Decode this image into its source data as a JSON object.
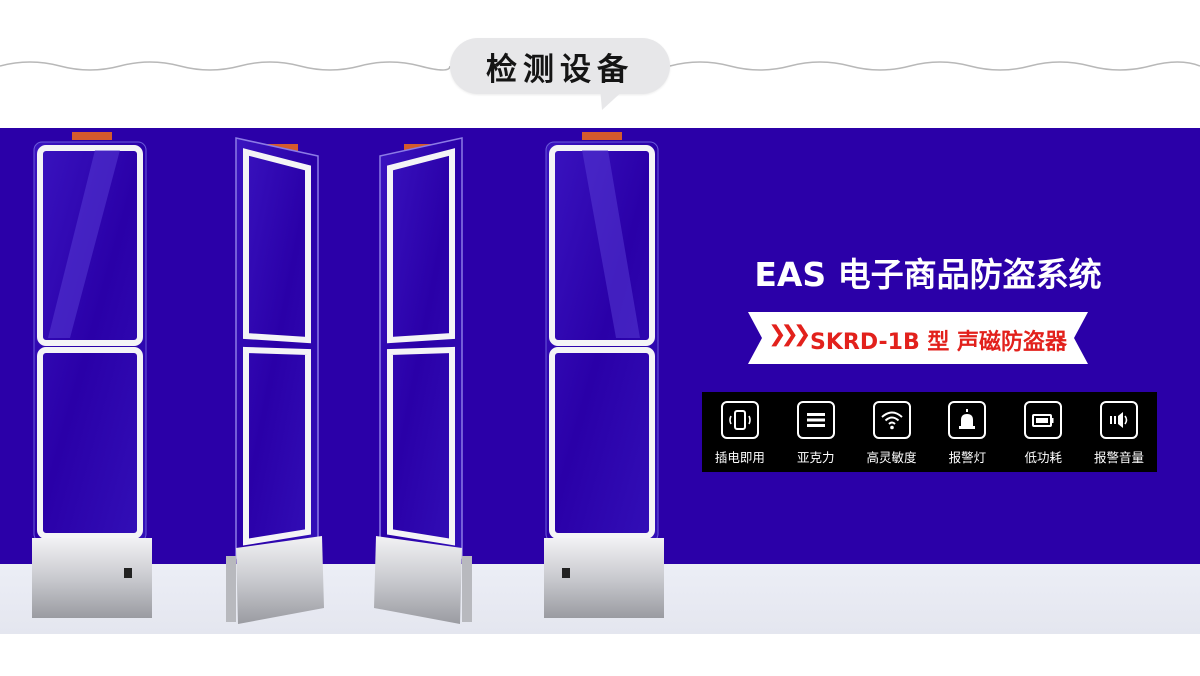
{
  "header": {
    "title": "检测设备"
  },
  "product": {
    "main_title": "EAS 电子商品防盗系统",
    "model_label": "SKRD-1B 型 声磁防盗器",
    "chevrons": "❯❯❯"
  },
  "features": [
    {
      "label": "插电即用",
      "icon": "phone-icon"
    },
    {
      "label": "亚克力",
      "icon": "layers-icon"
    },
    {
      "label": "高灵敏度",
      "icon": "wifi-icon"
    },
    {
      "label": "报警灯",
      "icon": "alarm-light-icon"
    },
    {
      "label": "低功耗",
      "icon": "battery-icon"
    },
    {
      "label": "报警音量",
      "icon": "speaker-icon"
    }
  ],
  "colors": {
    "banner_bg": "#2b00a8",
    "accent_red": "#e2211c",
    "features_bg": "#000000"
  }
}
